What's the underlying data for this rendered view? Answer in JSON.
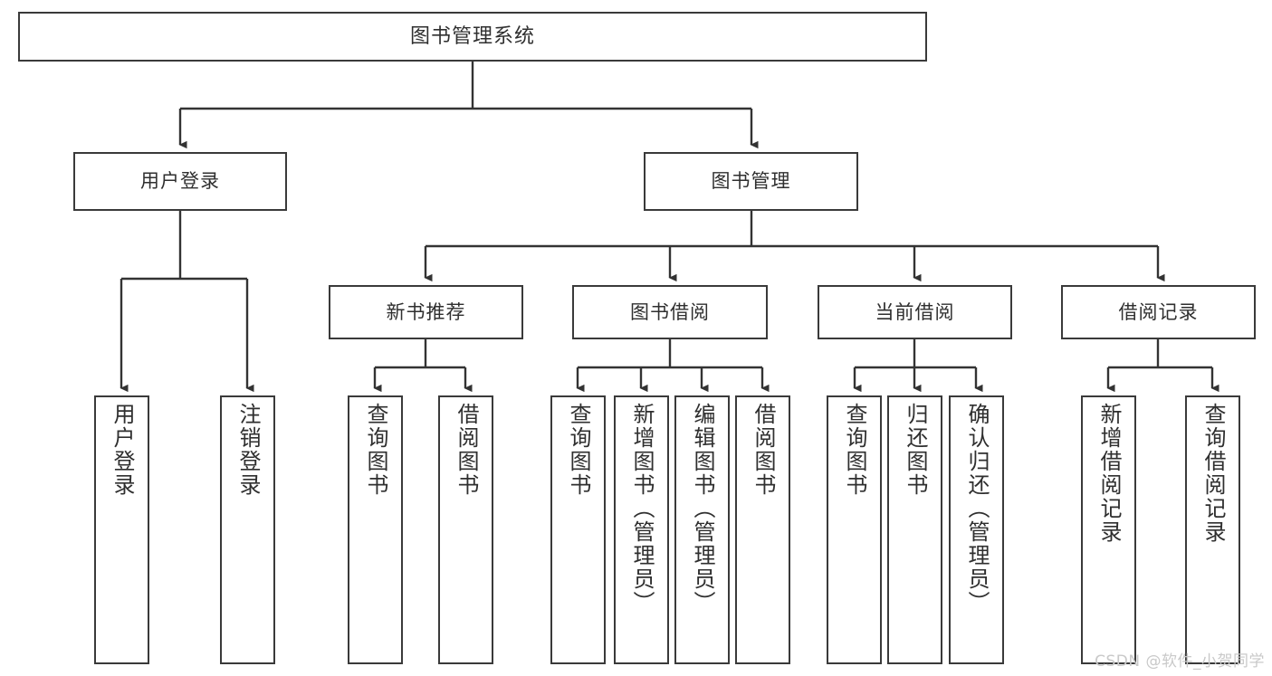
{
  "diagram": {
    "type": "tree-hierarchy",
    "title": "图书管理系统",
    "watermark": "CSDN @软件_小贺同学",
    "colors": {
      "box_border": "#3a3a3a",
      "box_fill": "#ffffff",
      "connector": "#333333",
      "text": "#2f2f2f",
      "watermark": "#c9c9c9",
      "background": "#ffffff"
    },
    "nodes": {
      "root": {
        "label": "图书管理系统"
      },
      "level2": [
        {
          "id": "user-login",
          "label": "用户登录"
        },
        {
          "id": "book-manage",
          "label": "图书管理"
        }
      ],
      "level3": [
        {
          "id": "new-book-recommend",
          "label": "新书推荐"
        },
        {
          "id": "book-borrow",
          "label": "图书借阅"
        },
        {
          "id": "current-borrow",
          "label": "当前借阅"
        },
        {
          "id": "borrow-record",
          "label": "借阅记录"
        }
      ],
      "leaves": {
        "user_login": [
          {
            "id": "leaf-user-login",
            "label": "用户登录"
          },
          {
            "id": "leaf-logout-login",
            "label": "注销登录"
          }
        ],
        "new_book_recommend": [
          {
            "id": "leaf-query-book-1",
            "label": "查询图书"
          },
          {
            "id": "leaf-borrow-book-1",
            "label": "借阅图书"
          }
        ],
        "book_borrow": [
          {
            "id": "leaf-query-book-2",
            "label": "查询图书"
          },
          {
            "id": "leaf-add-book",
            "label": "新增图书（管理员）"
          },
          {
            "id": "leaf-edit-book",
            "label": "编辑图书（管理员）"
          },
          {
            "id": "leaf-borrow-book-2",
            "label": "借阅图书"
          }
        ],
        "current_borrow": [
          {
            "id": "leaf-query-book-3",
            "label": "查询图书"
          },
          {
            "id": "leaf-return-book",
            "label": "归还图书"
          },
          {
            "id": "leaf-confirm-return",
            "label": "确认归还（管理员）"
          }
        ],
        "borrow_record": [
          {
            "id": "leaf-add-record",
            "label": "新增借阅记录"
          },
          {
            "id": "leaf-query-record",
            "label": "查询借阅记录"
          }
        ]
      }
    }
  }
}
